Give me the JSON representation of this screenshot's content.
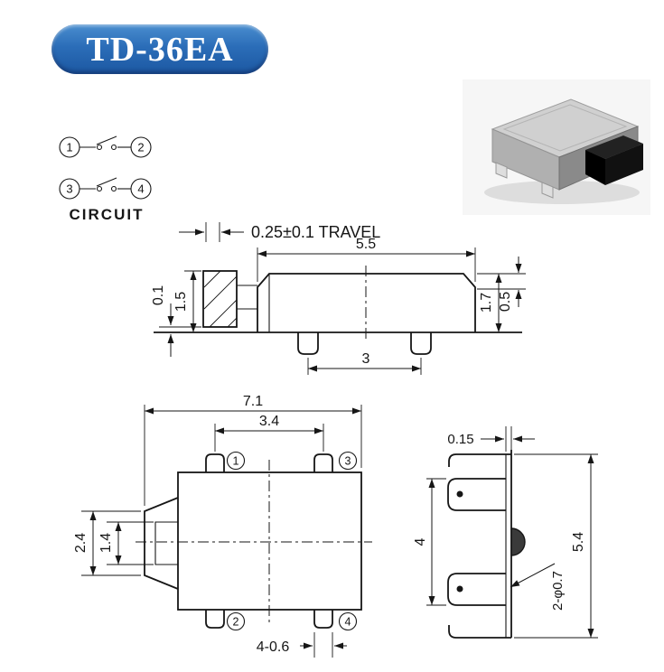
{
  "colors": {
    "badge_blue": "#2b6db8",
    "line_black": "#161616"
  },
  "badge": {
    "label": "TD-36EA"
  },
  "circuit": {
    "label": "CIRCUIT",
    "terminals": {
      "t1": "1",
      "t2": "2",
      "t3": "3",
      "t4": "4"
    }
  },
  "side_view": {
    "travel": "0.25±0.1 TRAVEL",
    "dim_width": "5.5",
    "dim_button_height": "1.5",
    "dim_base_gap": "0.1",
    "dim_body_height": "1.7",
    "dim_top": "0.5",
    "dim_leg_span": "3"
  },
  "top_view": {
    "dim_overall_width": "7.1",
    "dim_pin_pitch": "3.4",
    "dim_actuator_width": "2.4",
    "dim_actuator_inner": "1.4",
    "dim_pin_size": "4-0.6",
    "terminals": {
      "t1": "1",
      "t2": "2",
      "t3": "3",
      "t4": "4"
    }
  },
  "end_view": {
    "dim_gap": "0.15",
    "dim_terminal_span": "4",
    "dim_overall_height": "5.4",
    "dim_holes": "2-φ0.7"
  }
}
